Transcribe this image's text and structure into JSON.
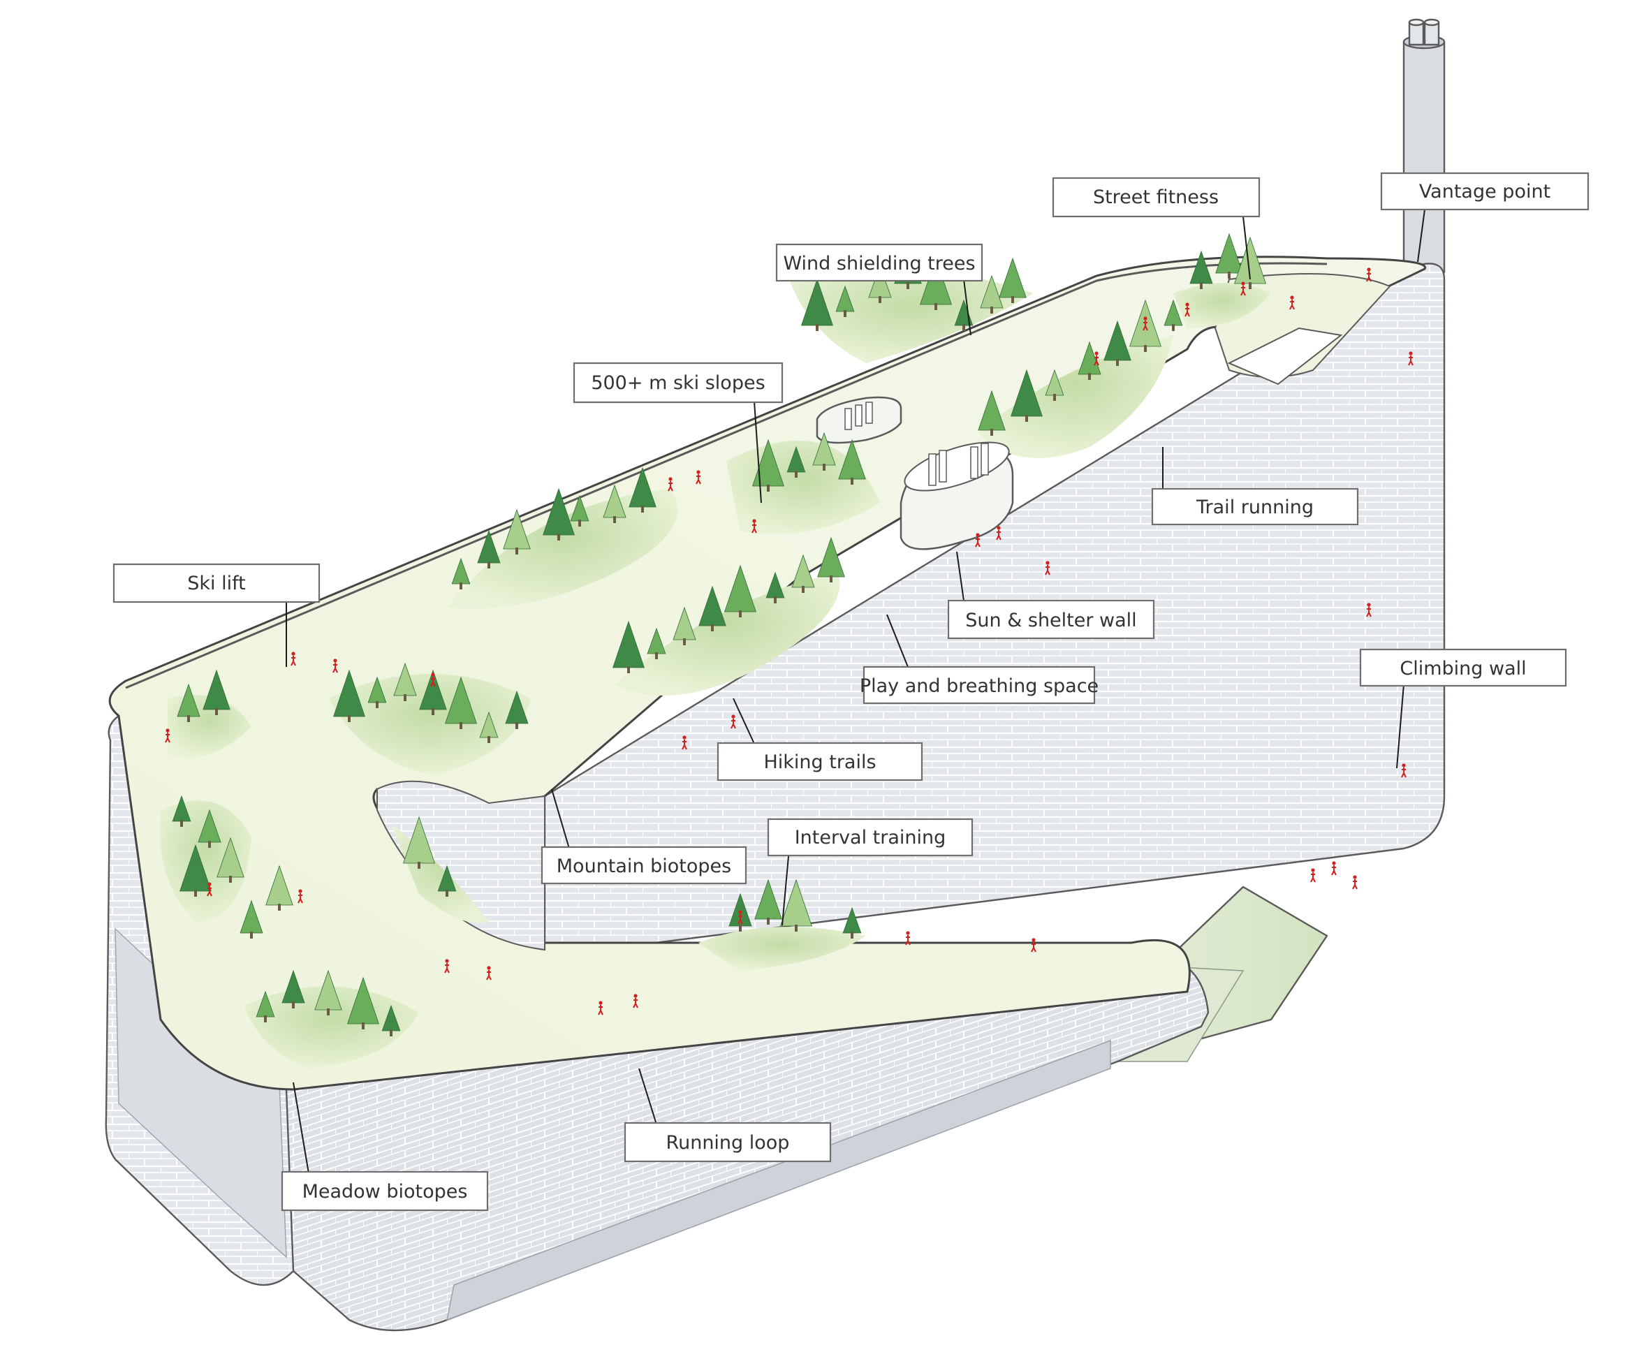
{
  "labels": {
    "street_fitness": "Street fitness",
    "vantage_point": "Vantage point",
    "wind_shielding_trees": "Wind shielding trees",
    "ski_slopes": "500+ m ski slopes",
    "trail_running": "Trail running",
    "ski_lift": "Ski lift",
    "sun_shelter_wall": "Sun & shelter wall",
    "play_breathing_space": "Play and breathing space",
    "climbing_wall": "Climbing wall",
    "hiking_trails": "Hiking trails",
    "interval_training": "Interval training",
    "mountain_biotopes": "Mountain biotopes",
    "running_loop": "Running loop",
    "meadow_biotopes": "Meadow biotopes"
  },
  "colors": {
    "facade": "#e4e6ea",
    "facade_dark": "#cdd1d8",
    "slope": "#f1f5e2",
    "tree_dark": "#3f8a46",
    "tree_mid": "#6aae5c",
    "tree_light": "#a7cf8b",
    "people": "#d21f1f"
  }
}
